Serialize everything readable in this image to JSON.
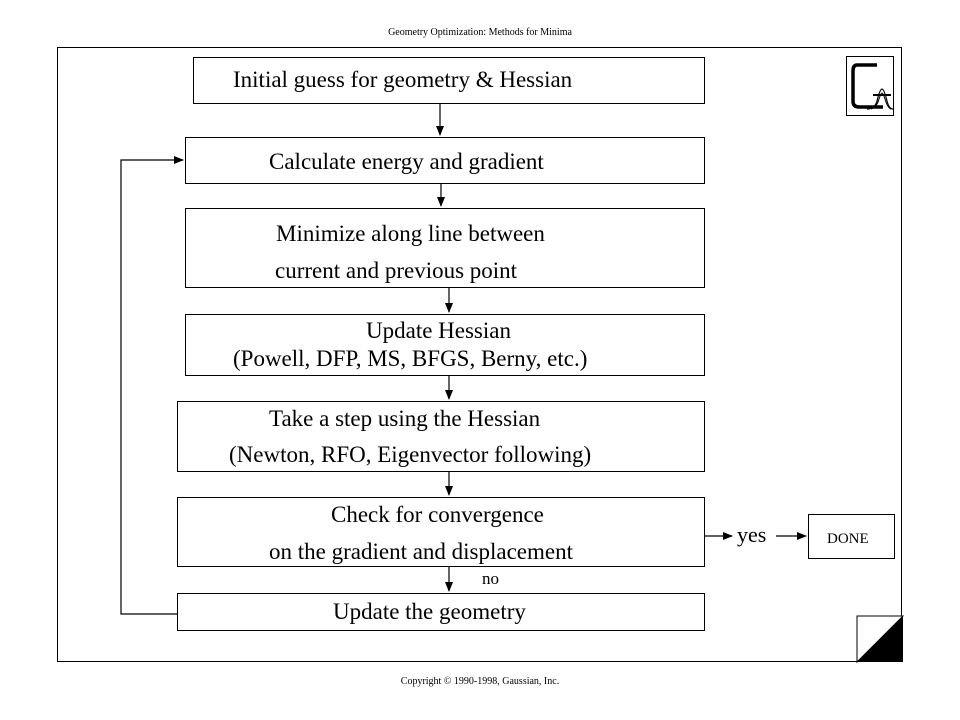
{
  "header": {
    "title": "Geometry Optimization: Methods for Minima"
  },
  "footer": {
    "copyright": "Copyright © 1990-1998, Gaussian, Inc."
  },
  "steps": {
    "initial_guess": "Initial guess for geometry & Hessian",
    "calc_energy": "Calculate energy and gradient",
    "minimize_line1": "Minimize along line between",
    "minimize_line2": "current and previous point",
    "update_hessian_line1": "Update Hessian",
    "update_hessian_line2": "(Powell, DFP, MS, BFGS, Berny, etc.)",
    "take_step_line1": "Take a step using the Hessian",
    "take_step_line2": "(Newton, RFO, Eigenvector following)",
    "check_conv_line1": "Check for convergence",
    "check_conv_line2": "on the gradient and displacement",
    "update_geometry": "Update the geometry",
    "done": "DONE"
  },
  "edges": {
    "yes": "yes",
    "no": "no"
  },
  "logo": {
    "icon": "gaussian-logo-icon"
  }
}
